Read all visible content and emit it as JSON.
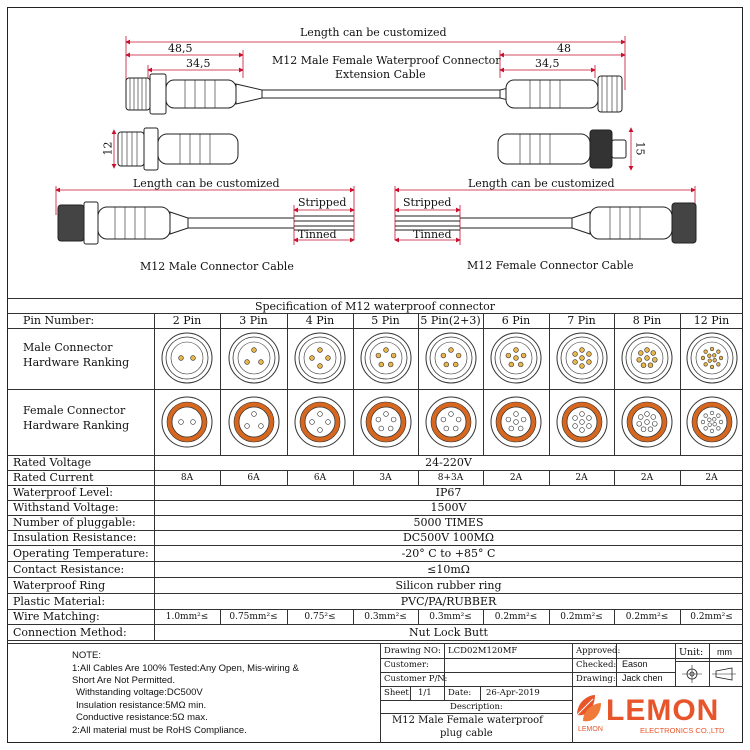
{
  "drawing": {
    "length_top": "Length can be customized",
    "dim_left_outer": "48,5",
    "dim_left_inner": "34,5",
    "dim_right_outer": "48",
    "dim_right_inner": "34,5",
    "title_line1": "M12 Male Female Waterproof Connector",
    "title_line2": "Extension Cable",
    "dim_height_left": "12",
    "dim_height_right": "15",
    "length_left": "Length can be customized",
    "length_right": "Length can be customized",
    "stripped_left": "Stripped",
    "tinned_left": "Tinned",
    "stripped_right": "Stripped",
    "tinned_right": "Tinned",
    "male_cable_label": "M12 Male Connector Cable",
    "female_cable_label": "M12 Female Connector Cable"
  },
  "spec": {
    "title": "Specification of M12 waterproof connector",
    "pin_header": "Pin Number:",
    "pins": [
      "2 Pin",
      "3 Pin",
      "4 Pin",
      "5 Pin",
      "5 Pin(2+3)",
      "6 Pin",
      "7 Pin",
      "8 Pin",
      "12 Pin"
    ],
    "male_label_1": "Male Connector",
    "male_label_2": "Hardware Ranking",
    "female_label_1": "Female Connector",
    "female_label_2": "Hardware Ranking",
    "rows": [
      {
        "label": "Rated Voltage",
        "value": "24-220V"
      },
      {
        "label": "Rated Current",
        "values": [
          "8A",
          "6A",
          "6A",
          "3A",
          "8+3A",
          "2A",
          "2A",
          "2A",
          "2A"
        ]
      },
      {
        "label": "Waterproof Level:",
        "value": "IP67"
      },
      {
        "label": "Withstand Voltage:",
        "value": "1500V"
      },
      {
        "label": "Number of pluggable:",
        "value": "5000 TIMES"
      },
      {
        "label": "Insulation Resistance:",
        "value": "DC500V 100MΩ"
      },
      {
        "label": "Operating Temperature:",
        "value": "-20° C to +85° C"
      },
      {
        "label": "Contact Resistance:",
        "value": "≤10mΩ"
      },
      {
        "label": "Waterproof Ring",
        "value": "Silicon rubber ring"
      },
      {
        "label": "Plastic Material:",
        "value": "PVC/PA/RUBBER"
      },
      {
        "label": "Wire Matching:",
        "values": [
          "1.0mm²≤",
          "0.75mm²≤",
          "0.75²≤",
          "0.3mm²≤",
          "0.3mm²≤",
          "0.2mm²≤",
          "0.2mm²≤",
          "0.2mm²≤",
          "0.2mm²≤"
        ]
      },
      {
        "label": "Connection Method:",
        "value": "Nut Lock Butt"
      }
    ]
  },
  "notes": {
    "title": "NOTE:",
    "lines": [
      "1:All Cables Are 100% Tested:Any Open, Mis-wiring &",
      "Short Are Not Permitted.",
      "Withstanding voltage:DC500V",
      "Insulation resistance:5MΩ min.",
      "Conductive resistance:5Ω max.",
      "2:All material must be RoHS Compliance."
    ]
  },
  "title_block": {
    "drawing_no_label": "Drawing NO:",
    "drawing_no": "LCD02M120MF",
    "customer_label": "Customer:",
    "customer_pn_label": "Customer P/N:",
    "sheet_label": "Sheet",
    "sheet": "1/1",
    "date_label": "Date:",
    "date": "26-Apr-2019",
    "description_label": "Description:",
    "description_1": "M12 Male Female waterproof",
    "description_2": "plug cable",
    "approved_label": "Approved:",
    "checked_label": "Checked:",
    "checked": "Eason",
    "drawing_label": "Drawing:",
    "drawing_by": "Jack chen",
    "unit_label": "Unit:",
    "unit": "mm",
    "logo_text": "LEMON",
    "logo_sub": "ELECTRONICS CO.,LTD",
    "logo_small": "LEMON",
    "brand_color": "#e8552a",
    "dim_color": "#c8102e",
    "pin_color": "#d7671f"
  }
}
